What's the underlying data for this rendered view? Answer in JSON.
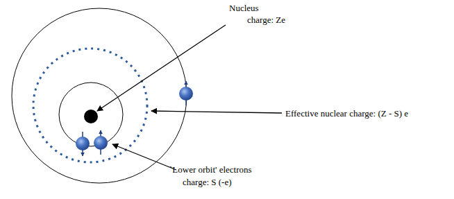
{
  "diagram": {
    "labels": [
      "Nucleus",
      "charge: Ze",
      "Effective nuclear charge: (Z - S) e",
      "`Lower orbit' electrons",
      "charge: S (-e)"
    ]
  }
}
